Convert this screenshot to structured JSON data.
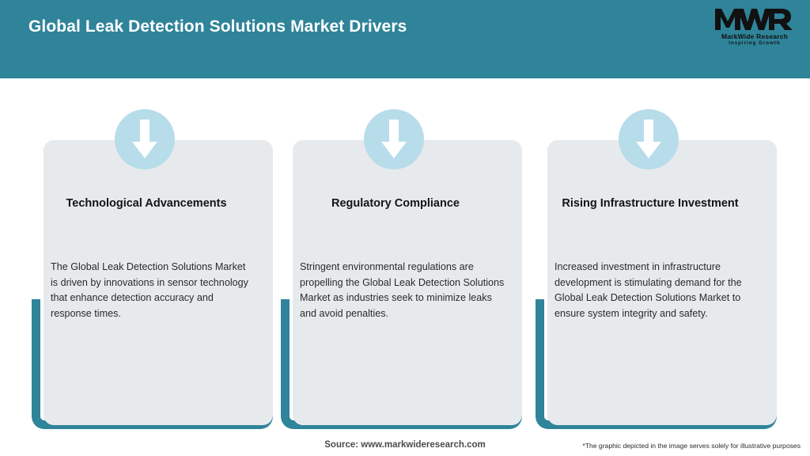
{
  "header": {
    "title": "Global Leak Detection Solutions Market Drivers",
    "band_color": "#2f8499",
    "title_color": "#ffffff"
  },
  "logo": {
    "mark": "MWR",
    "company": "MarkWide Research",
    "tagline": "Inspiring Growth"
  },
  "theme": {
    "accent": "#2f8499",
    "card_bg": "#e7eaec",
    "badge_bg": "#b7dcea",
    "arrow_color": "#ffffff",
    "title_color": "#141414",
    "body_color": "#2a2a2a"
  },
  "cards": [
    {
      "icon": "down-arrow-icon",
      "title": "Technological Advancements",
      "body": "The Global Leak Detection Solutions Market is driven by innovations in sensor technology that enhance detection accuracy and response times."
    },
    {
      "icon": "down-arrow-icon",
      "title": "Regulatory Compliance",
      "body": "Stringent environmental regulations are propelling the Global Leak Detection Solutions Market as industries seek to minimize leaks and avoid penalties."
    },
    {
      "icon": "down-arrow-icon",
      "title": "Rising Infrastructure Investment",
      "body": "Increased investment in infrastructure development is stimulating demand for the Global Leak Detection Solutions Market to ensure system integrity and safety."
    }
  ],
  "footer": {
    "source": "Source: www.markwideresearch.com",
    "disclaimer": "*The graphic depicted in the image serves solely for illustrative purposes"
  }
}
